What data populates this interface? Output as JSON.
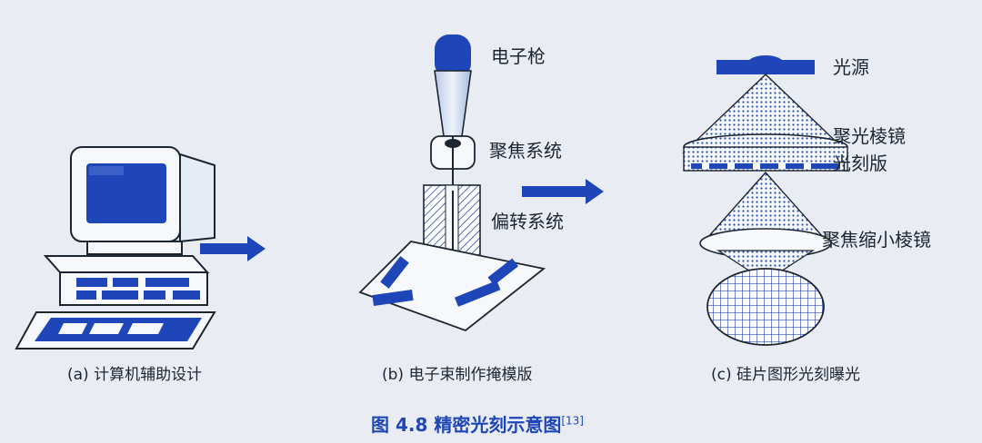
{
  "panels": {
    "a": {
      "caption": "(a) 计算机辅助设计"
    },
    "b": {
      "caption": "(b) 电子束制作掩模版",
      "labels": {
        "gun": "电子枪",
        "focus": "聚焦系统",
        "deflect": "偏转系统"
      }
    },
    "c": {
      "caption": "(c) 硅片图形光刻曝光",
      "labels": {
        "source": "光源",
        "condenser": "聚光棱镜",
        "mask": "光刻版",
        "reduction": "聚焦缩小棱镜"
      }
    }
  },
  "figure": {
    "title": "图 4.8  精密光刻示意图",
    "ref": "[13]"
  },
  "colors": {
    "accent": "#1f46b8",
    "dark": "#1d2530",
    "background": "#e9edf3"
  }
}
